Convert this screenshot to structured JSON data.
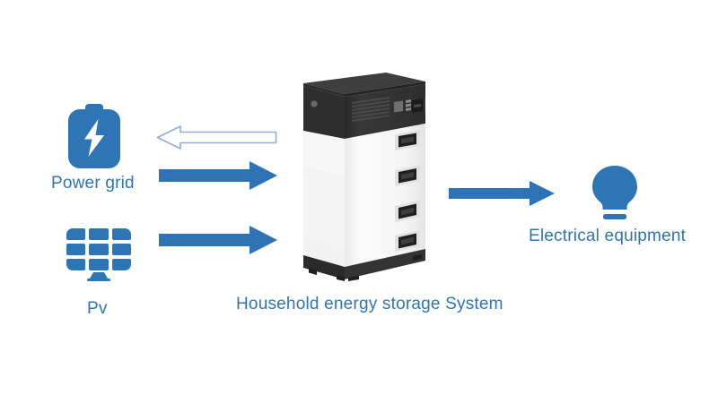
{
  "diagram": {
    "title": "Household energy storage system flow diagram",
    "background_color": "#ffffff",
    "accent_color": "#2e75b6",
    "arrow_fill_color": "#2e74b5",
    "arrow_outline_color": "#8faed4"
  },
  "nodes": {
    "power_grid": {
      "label": "Power grid",
      "icon": "battery-bolt-icon"
    },
    "pv": {
      "label": "Pv",
      "icon": "solar-panel-icon"
    },
    "storage_system": {
      "label": "Household energy storage System",
      "icon": "battery-stack-icon",
      "modules": 4
    },
    "electrical_equipment": {
      "label": "Electrical equipment",
      "icon": "light-bulb-icon"
    }
  },
  "flows": [
    {
      "name": "storage-to-grid",
      "from": "Household energy storage System",
      "to": "Power grid",
      "direction": "left",
      "style": "outlined"
    },
    {
      "name": "grid-to-storage",
      "from": "Power grid",
      "to": "Household energy storage System",
      "direction": "right",
      "style": "filled"
    },
    {
      "name": "pv-to-storage",
      "from": "Pv",
      "to": "Household energy storage System",
      "direction": "right",
      "style": "filled"
    },
    {
      "name": "storage-to-load",
      "from": "Household energy storage System",
      "to": "Electrical equipment",
      "direction": "right",
      "style": "filled"
    }
  ]
}
